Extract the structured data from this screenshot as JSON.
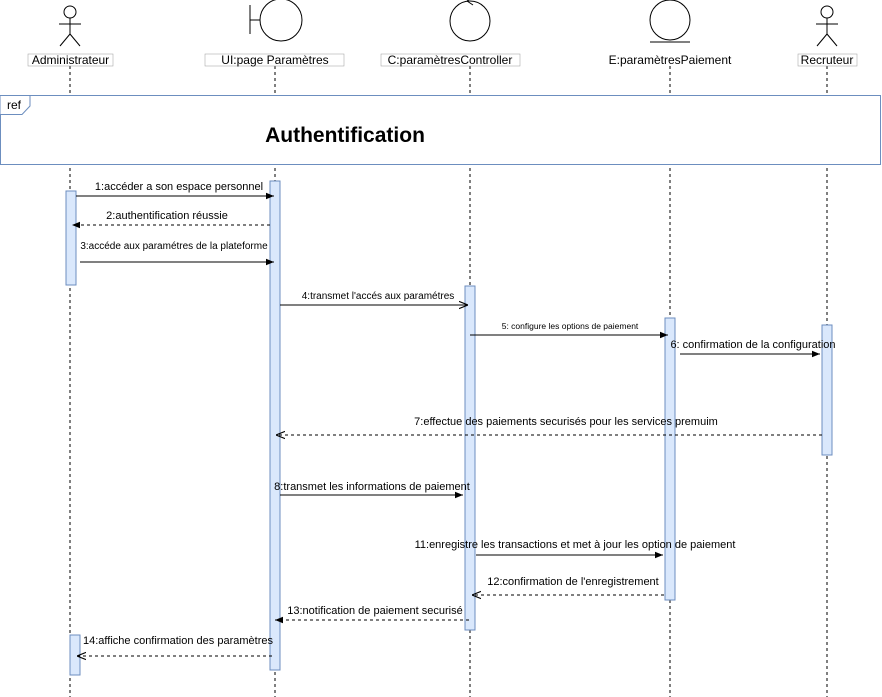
{
  "participants": [
    {
      "id": "admin",
      "label": "Administrateur",
      "kind": "actor"
    },
    {
      "id": "ui",
      "label": "UI:page Paramètres",
      "kind": "boundary"
    },
    {
      "id": "ctrl",
      "label": "C:paramètresController",
      "kind": "control"
    },
    {
      "id": "entity",
      "label": "E:paramètresPaiement",
      "kind": "entity"
    },
    {
      "id": "recruteur",
      "label": "Recruteur",
      "kind": "actor"
    }
  ],
  "ref_frame": {
    "tag": "ref",
    "title": "Authentification"
  },
  "messages": [
    {
      "label": "1:accéder a son espace personnel",
      "from": "admin",
      "to": "ui",
      "type": "sync"
    },
    {
      "label": "2:authentification réussie",
      "from": "ui",
      "to": "admin",
      "type": "return"
    },
    {
      "label": "3:accéde aux paramétres de la plateforme",
      "from": "admin",
      "to": "ui",
      "type": "sync"
    },
    {
      "label": "4:transmet l'accés aux paramétres",
      "from": "ui",
      "to": "ctrl",
      "type": "async"
    },
    {
      "label": "5: configure les options de paiement",
      "from": "ctrl",
      "to": "entity",
      "type": "sync"
    },
    {
      "label": "6: confirmation de la configuration",
      "from": "entity",
      "to": "recruteur",
      "type": "sync"
    },
    {
      "label": "7:effectue des paiements securisés pour les services premuim",
      "from": "recruteur",
      "to": "ui",
      "type": "return"
    },
    {
      "label": "8:transmet les informations de paiement",
      "from": "ui",
      "to": "ctrl",
      "type": "sync"
    },
    {
      "label": "11:enregistre les transactions et met à jour les option de paiement",
      "from": "ctrl",
      "to": "entity",
      "type": "sync"
    },
    {
      "label": "12:confirmation de l'enregistrement",
      "from": "entity",
      "to": "ctrl",
      "type": "return"
    },
    {
      "label": "13:notification de paiement securisé",
      "from": "ctrl",
      "to": "ui",
      "type": "return"
    },
    {
      "label": "14:affiche confirmation des paramètres",
      "from": "ui",
      "to": "admin",
      "type": "return"
    }
  ],
  "colors": {
    "activation_fill": "#dae8fc",
    "activation_stroke": "#6c8ebf",
    "line": "#000000"
  }
}
